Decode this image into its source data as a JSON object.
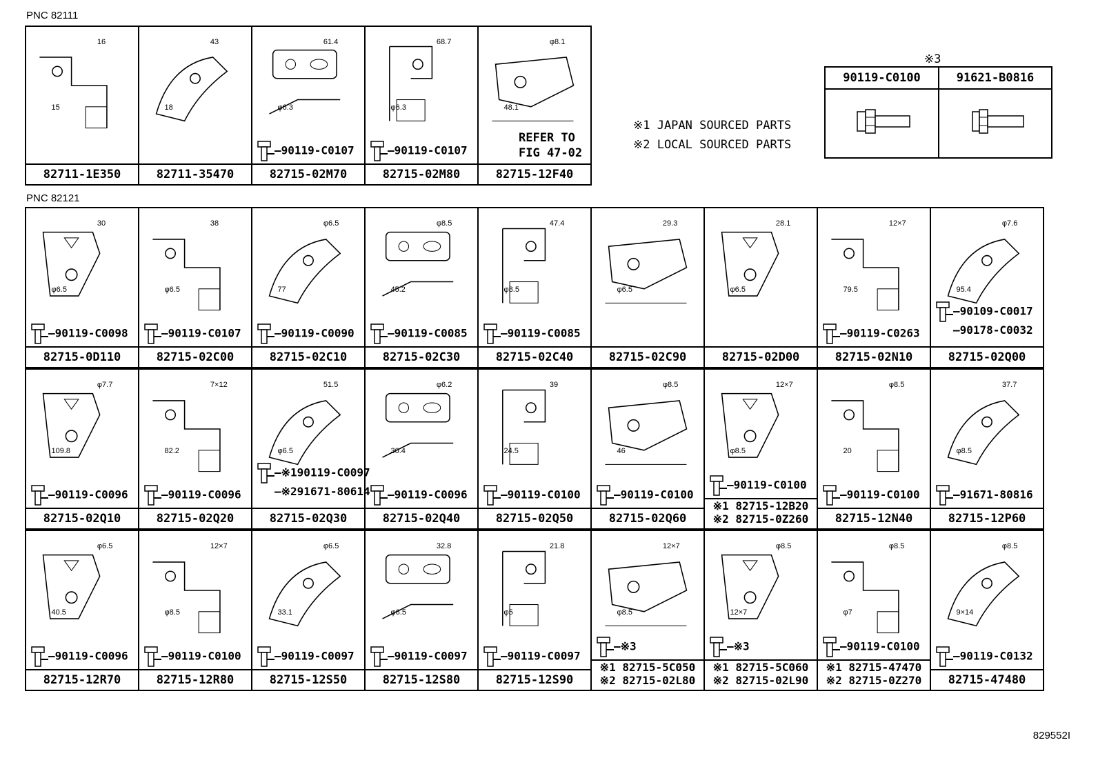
{
  "pnc": [
    "PNC 82111",
    "PNC 82121"
  ],
  "table3": {
    "mark": "※3",
    "cols": [
      "90119-C0100",
      "91621-B0816"
    ]
  },
  "notes": [
    "※1 JAPAN SOURCED PARTS",
    "※2 LOCAL SOURCED PARTS"
  ],
  "refer": [
    "REFER TO",
    "FIG 47-02"
  ],
  "diagram_id": "829552I",
  "row1": [
    {
      "pn": "82711-1E350",
      "dims": [
        "16",
        "15"
      ],
      "bolt": ""
    },
    {
      "pn": "82711-35470",
      "dims": [
        "43",
        "18"
      ],
      "bolt": ""
    },
    {
      "pn": "82715-02M70",
      "dims": [
        "61.4",
        "φ6.3"
      ],
      "bolt": "90119-C0107"
    },
    {
      "pn": "82715-02M80",
      "dims": [
        "68.7",
        "φ6.3"
      ],
      "bolt": "90119-C0107"
    },
    {
      "pn": "82715-12F40",
      "dims": [
        "φ8.1",
        "48.1"
      ],
      "bolt": ""
    }
  ],
  "row2": [
    {
      "pn": "82715-0D110",
      "dims": [
        "30",
        "φ6.5"
      ],
      "bolt": "90119-C0098"
    },
    {
      "pn": "82715-02C00",
      "dims": [
        "38",
        "φ6.5"
      ],
      "bolt": "90119-C0107"
    },
    {
      "pn": "82715-02C10",
      "dims": [
        "φ6.5",
        "77"
      ],
      "bolt": "90119-C0090"
    },
    {
      "pn": "82715-02C30",
      "dims": [
        "φ8.5",
        "45.2"
      ],
      "bolt": "90119-C0085"
    },
    {
      "pn": "82715-02C40",
      "dims": [
        "47.4",
        "φ8.5"
      ],
      "bolt": "90119-C0085"
    },
    {
      "pn": "82715-02C90",
      "dims": [
        "29.3",
        "φ6.5"
      ],
      "bolt": ""
    },
    {
      "pn": "82715-02D00",
      "dims": [
        "28.1",
        "φ6.5"
      ],
      "bolt": ""
    },
    {
      "pn": "82715-02N10",
      "dims": [
        "12×7",
        "79.5"
      ],
      "bolt": "90119-C0263"
    },
    {
      "pn": "82715-02Q00",
      "dims": [
        "φ7.6",
        "95.4"
      ],
      "bolt": "90109-C0017",
      "bolt2": "90178-C0032"
    }
  ],
  "row3": [
    {
      "pn": "82715-02Q10",
      "dims": [
        "φ7.7",
        "109.8"
      ],
      "bolt": "90119-C0096"
    },
    {
      "pn": "82715-02Q20",
      "dims": [
        "7×12",
        "82.2"
      ],
      "bolt": "90119-C0096"
    },
    {
      "pn": "82715-02Q30",
      "dims": [
        "51.5",
        "φ6.5"
      ],
      "bolt": "※190119-C0097",
      "bolt2": "※291671-80614"
    },
    {
      "pn": "82715-02Q40",
      "dims": [
        "φ6.2",
        "30.4"
      ],
      "bolt": "90119-C0096"
    },
    {
      "pn": "82715-02Q50",
      "dims": [
        "39",
        "24.5"
      ],
      "bolt": "90119-C0100"
    },
    {
      "pn": "82715-02Q60",
      "dims": [
        "φ8.5",
        "46"
      ],
      "bolt": "90119-C0100"
    },
    {
      "pn": "※1 82715-12B20",
      "pn2": "※2 82715-0Z260",
      "dims": [
        "12×7",
        "φ8.5"
      ],
      "bolt": "90119-C0100"
    },
    {
      "pn": "82715-12N40",
      "dims": [
        "φ8.5",
        "20"
      ],
      "bolt": "90119-C0100"
    },
    {
      "pn": "82715-12P60",
      "dims": [
        "37.7",
        "φ8.5"
      ],
      "bolt": "91671-80816"
    }
  ],
  "row4": [
    {
      "pn": "82715-12R70",
      "dims": [
        "φ6.5",
        "40.5"
      ],
      "bolt": "90119-C0096"
    },
    {
      "pn": "82715-12R80",
      "dims": [
        "12×7",
        "φ8.5"
      ],
      "bolt": "90119-C0100"
    },
    {
      "pn": "82715-12S50",
      "dims": [
        "φ6.5",
        "33.1"
      ],
      "bolt": "90119-C0097"
    },
    {
      "pn": "82715-12S80",
      "dims": [
        "32.8",
        "φ6.5"
      ],
      "bolt": "90119-C0097"
    },
    {
      "pn": "82715-12S90",
      "dims": [
        "21.8",
        "φ5"
      ],
      "bolt": "90119-C0097"
    },
    {
      "pn": "※1 82715-5C050",
      "pn2": "※2 82715-02L80",
      "dims": [
        "12×7",
        "φ8.5"
      ],
      "bolt": "※3"
    },
    {
      "pn": "※1 82715-5C060",
      "pn2": "※2 82715-02L90",
      "dims": [
        "φ8.5",
        "12×7"
      ],
      "bolt": "※3"
    },
    {
      "pn": "※1 82715-47470",
      "pn2": "※2 82715-0Z270",
      "dims": [
        "φ8.5",
        "φ7"
      ],
      "bolt": "90119-C0100"
    },
    {
      "pn": "82715-47480",
      "dims": [
        "φ8.5",
        "9×14"
      ],
      "bolt": "90119-C0132"
    }
  ]
}
